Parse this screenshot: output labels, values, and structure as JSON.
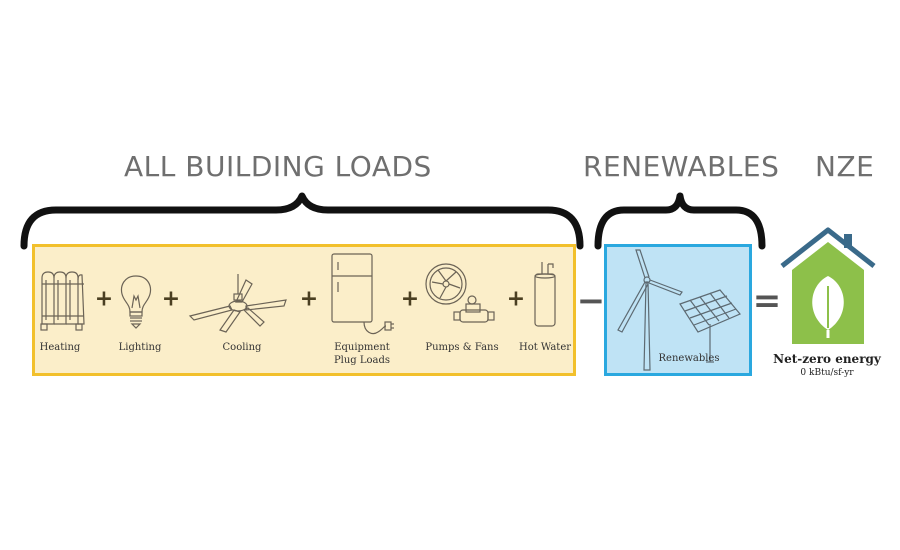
{
  "headings": {
    "loads": "ALL BUILDING LOADS",
    "renewables": "RENEWABLES",
    "nze": "NZE"
  },
  "loads": [
    {
      "label": "Heating",
      "icon": "radiator-icon"
    },
    {
      "label": "Lighting",
      "icon": "light-bulb-icon"
    },
    {
      "label": "Cooling",
      "icon": "ceiling-fan-icon"
    },
    {
      "label": "Equipment Plug Loads",
      "icon": "refrigerator-plug-icon"
    },
    {
      "label": "Pumps & Fans",
      "icon": "pump-fan-icon"
    },
    {
      "label": "Hot Water",
      "icon": "water-heater-icon"
    }
  ],
  "operators": {
    "plus": "+",
    "minus": "−",
    "equals": "="
  },
  "renewables": {
    "label": "Renewables",
    "icons": [
      "wind-turbine-icon",
      "solar-panel-icon"
    ]
  },
  "result": {
    "title": "Net-zero energy",
    "subtitle": "0 kBtu/sf-yr",
    "icon": "green-house-leaf-icon"
  },
  "colors": {
    "loads_fill": "#fbeec9",
    "loads_border": "#f2c02c",
    "renew_fill": "#bfe3f5",
    "renew_border": "#2aa8df",
    "house_green": "#8dc04a",
    "roof_blue": "#3a6a8a",
    "heading_gray": "#6f6f6f"
  }
}
